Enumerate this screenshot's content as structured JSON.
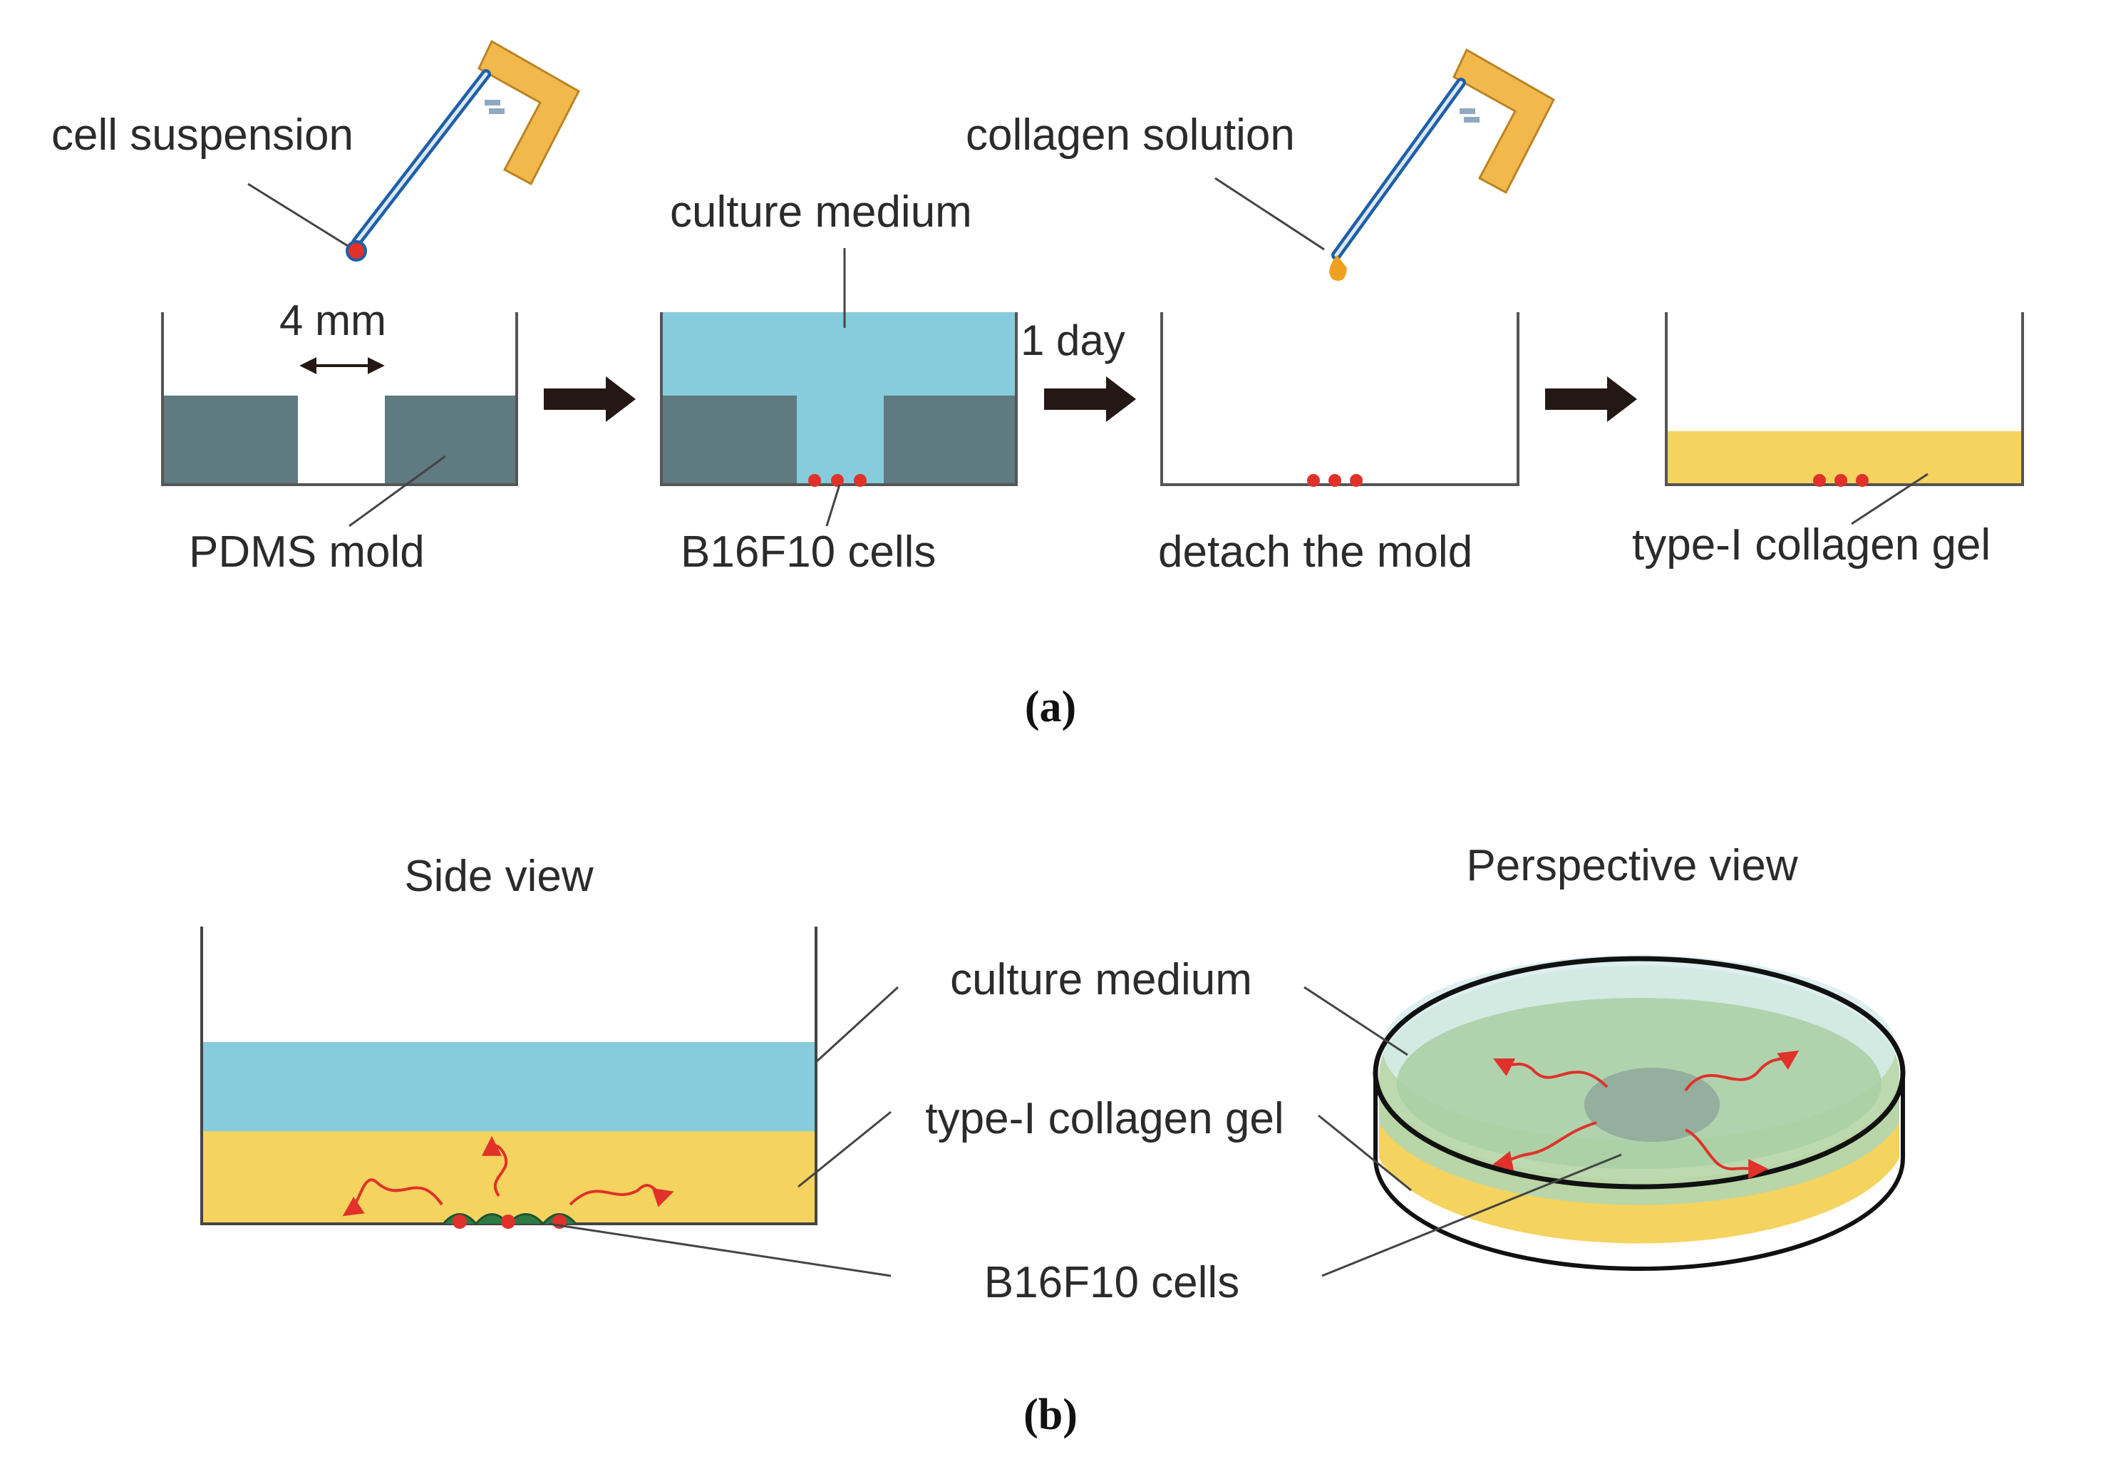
{
  "panel_a": {
    "panel_label": "(a)",
    "labels": {
      "cell_suspension": "cell suspension",
      "collagen_solution": "collagen solution",
      "culture_medium": "culture medium",
      "width": "4 mm",
      "one_day": "1 day",
      "pdms_mold": "PDMS mold",
      "b16f10_cells": "B16F10 cells",
      "detach_mold": "detach the mold",
      "collagen_gel": "type-I collagen gel"
    }
  },
  "panel_b": {
    "panel_label": "(b)",
    "labels": {
      "side_view": "Side view",
      "perspective_view": "Perspective view",
      "culture_medium": "culture medium",
      "collagen_gel": "type-I collagen gel",
      "b16f10_cells": "B16F10 cells"
    }
  },
  "colors": {
    "medium": "#86ccdc",
    "gel": "#f4d35e",
    "mold": "#5f7a80",
    "cells": "#e0322a",
    "pipette_body": "#f2b84b",
    "drop_collagen": "#f0a020",
    "arrow": "#231815",
    "migration": "#e0322a"
  }
}
